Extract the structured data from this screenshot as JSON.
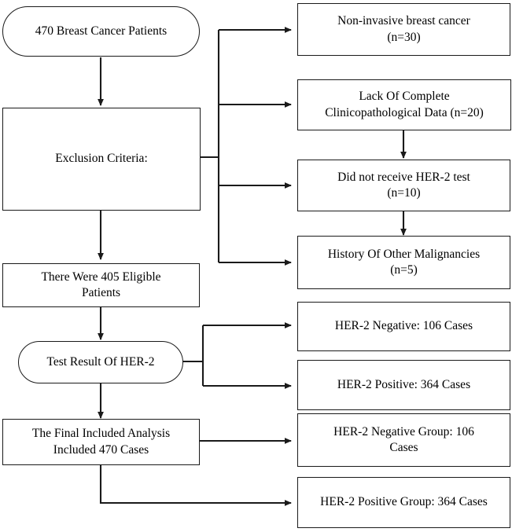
{
  "diagram": {
    "title": "Patient selection flowchart for HER-2 breast cancer study",
    "stroke_color": "#1a1a1a",
    "background_color": "#ffffff",
    "nodes": {
      "start": {
        "label": "470 Breast Cancer Patients",
        "shape": "rounded-rectangle"
      },
      "exclusion": {
        "label": "Exclusion Criteria:",
        "shape": "rectangle"
      },
      "eligible": {
        "label": "There Were 405 Eligible\nPatients",
        "shape": "rectangle"
      },
      "test_result": {
        "label": "Test Result Of HER-2",
        "shape": "rounded-rectangle"
      },
      "final": {
        "label": "The Final Included Analysis\nIncluded 470 Cases",
        "shape": "rectangle"
      },
      "excl_noninvasive": {
        "label": "Non-invasive breast cancer\n(n=30)",
        "shape": "rectangle"
      },
      "excl_incomplete": {
        "label": "Lack Of Complete\nClinicopathological Data (n=20)",
        "shape": "rectangle"
      },
      "excl_no_test": {
        "label": "Did not receive HER-2 test\n(n=10)",
        "shape": "rectangle"
      },
      "excl_malignancies": {
        "label": "History Of Other Malignancies\n(n=5)",
        "shape": "rectangle"
      },
      "her2_negative": {
        "label": "HER-2 Negative: 106 Cases",
        "shape": "rectangle"
      },
      "her2_positive": {
        "label": "HER-2 Positive: 364 Cases",
        "shape": "rectangle"
      },
      "her2_negative_group": {
        "label": "HER-2 Negative Group: 106\nCases",
        "shape": "rectangle"
      },
      "her2_positive_group": {
        "label": "HER-2 Positive Group: 364 Cases",
        "shape": "rectangle"
      }
    }
  }
}
